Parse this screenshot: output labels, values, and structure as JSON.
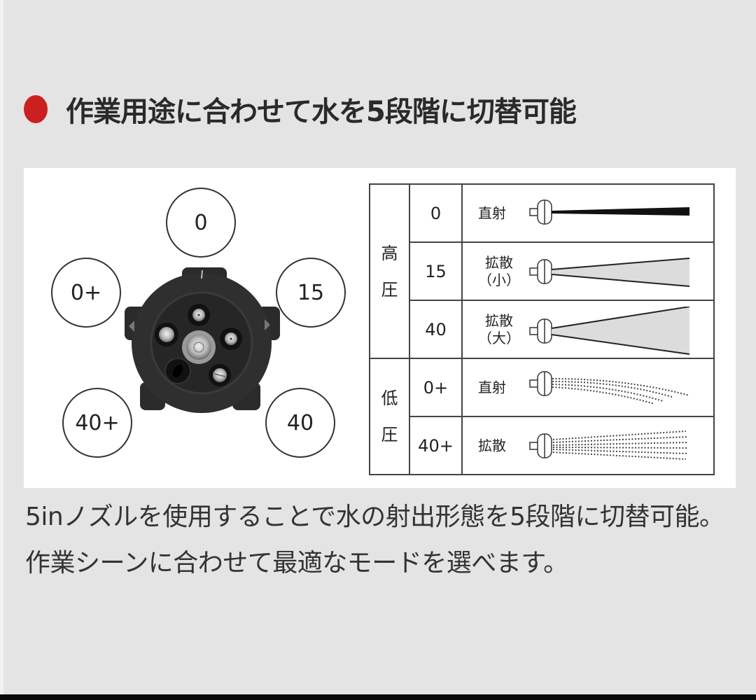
{
  "heading": {
    "bullet_color": "#cc1f1f",
    "title": "作業用途に合わせて水を5段階に切替可能"
  },
  "diagram": {
    "dial_positions": [
      {
        "label": "0",
        "position": "top"
      },
      {
        "label": "15",
        "position": "right"
      },
      {
        "label": "40",
        "position": "bottom-right"
      },
      {
        "label": "40+",
        "position": "bottom-left"
      },
      {
        "label": "0+",
        "position": "left"
      }
    ]
  },
  "table": {
    "groups": [
      {
        "label_line1": "高",
        "label_line2": "圧",
        "rows": [
          {
            "level": "0",
            "type_line1": "直射",
            "type_line2": "",
            "pattern": "jet"
          },
          {
            "level": "15",
            "type_line1": "拡散",
            "type_line2": "（小）",
            "pattern": "fan-small"
          },
          {
            "level": "40",
            "type_line1": "拡散",
            "type_line2": "（大）",
            "pattern": "fan-large"
          }
        ]
      },
      {
        "label_line1": "低",
        "label_line2": "圧",
        "rows": [
          {
            "level": "0+",
            "type_line1": "直射",
            "type_line2": "",
            "pattern": "dotted-jet"
          },
          {
            "level": "40+",
            "type_line1": "拡散",
            "type_line2": "",
            "pattern": "dotted-fan"
          }
        ]
      }
    ]
  },
  "description": {
    "text": "5inノズルを使用することで水の射出形態を5段階に切替可能。作業シーンに合わせて最適なモードを選べます。"
  }
}
